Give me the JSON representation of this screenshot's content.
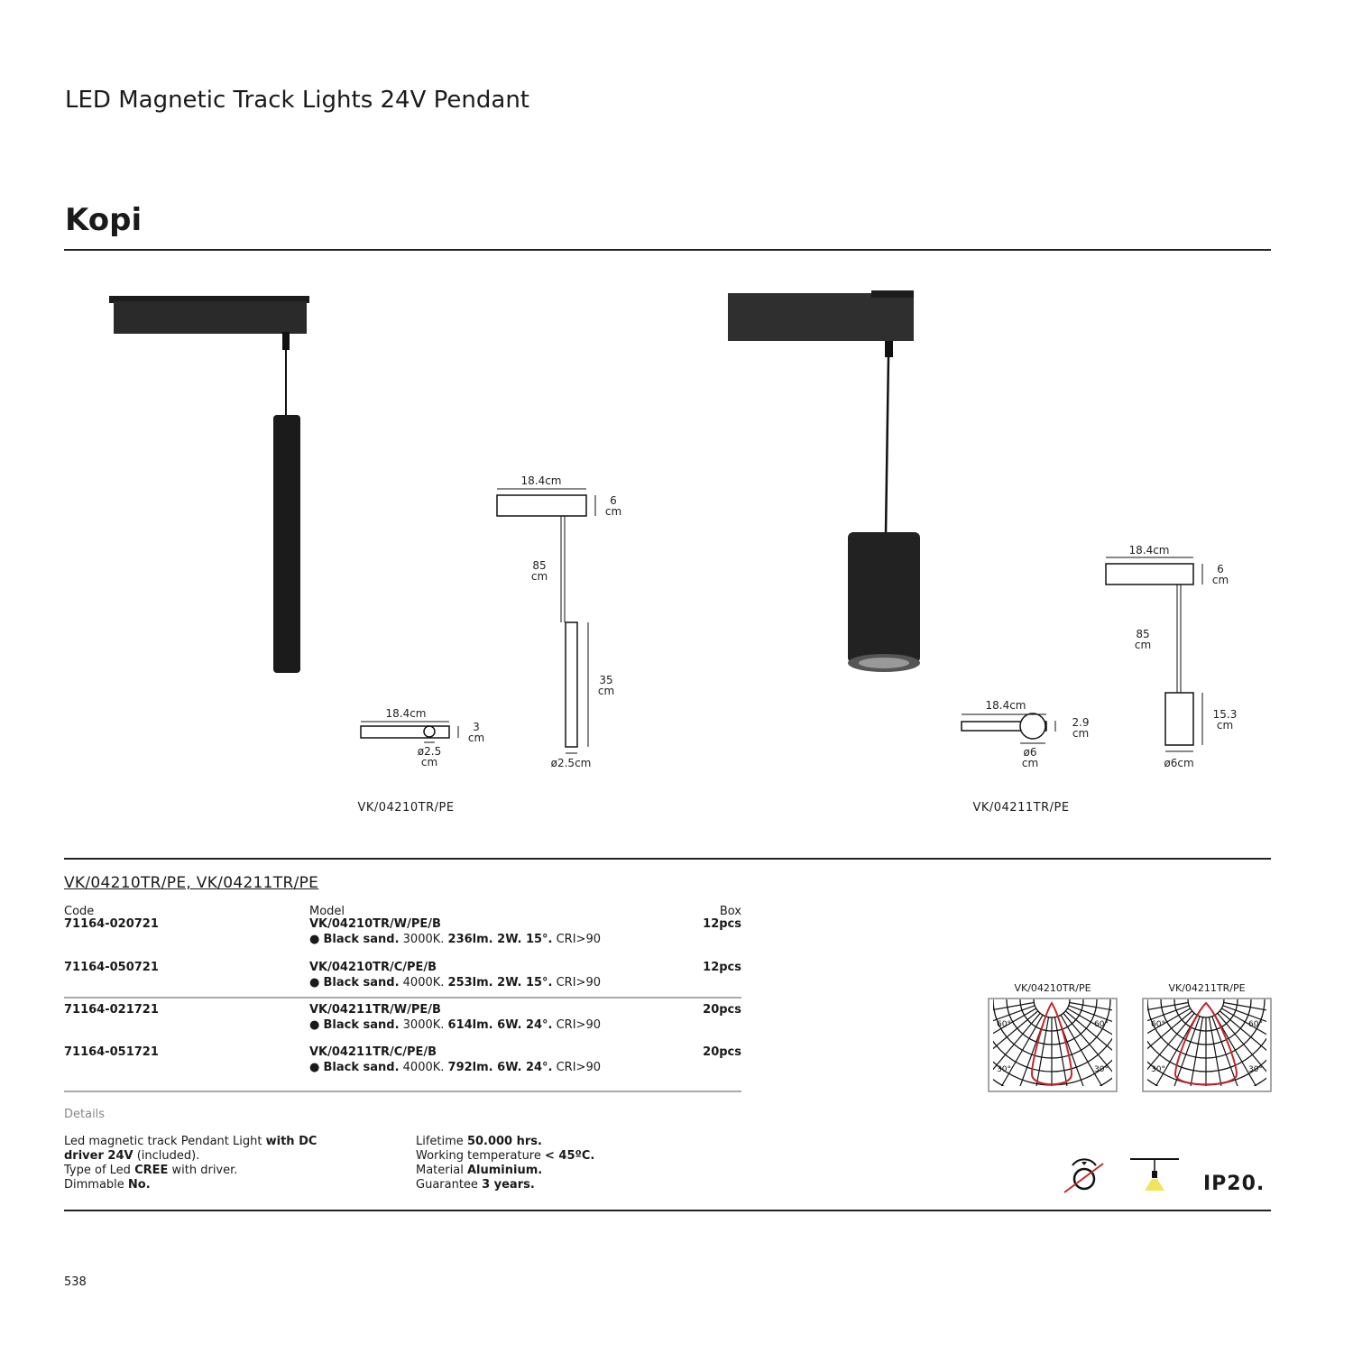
{
  "header": {
    "subtitle": "LED Magnetic Track Lights 24V Pendant",
    "title": "Kopi"
  },
  "products": [
    {
      "caption": "VK/04210TR/PE",
      "dims": {
        "width": "18.4cm",
        "height": "6",
        "height_unit": "cm",
        "cable": "85",
        "cable_unit": "cm",
        "body": "35",
        "body_unit": "cm",
        "diameter": "ø2.5cm",
        "top_width": "18.4cm",
        "top_height": "3",
        "top_height_unit": "cm",
        "top_diameter": "ø2.5",
        "top_diameter_unit": "cm"
      }
    },
    {
      "caption": "VK/04211TR/PE",
      "dims": {
        "width": "18.4cm",
        "height": "6",
        "height_unit": "cm",
        "cable": "85",
        "cable_unit": "cm",
        "body": "15.3",
        "body_unit": "cm",
        "diameter": "ø6cm",
        "top_width": "18.4cm",
        "top_height": "2.9",
        "top_height_unit": "cm",
        "top_diameter": "ø6",
        "top_diameter_unit": "cm"
      }
    }
  ],
  "table": {
    "heading": "VK/04210TR/PE, VK/04211TR/PE",
    "columns": {
      "code": "Code",
      "model": "Model",
      "box": "Box"
    },
    "rows": [
      {
        "code": "71164-020721",
        "model": "VK/04210TR/W/PE/B",
        "finish": "Black sand.",
        "cct": "3000K.",
        "specs": "236lm. 2W. 15°.",
        "cri": "CRI>90",
        "box": "12pcs"
      },
      {
        "code": "71164-050721",
        "model": "VK/04210TR/C/PE/B",
        "finish": "Black sand.",
        "cct": "4000K.",
        "specs": "253lm. 2W. 15°.",
        "cri": "CRI>90",
        "box": "12pcs"
      },
      {
        "code": "71164-021721",
        "model": "VK/04211TR/W/PE/B",
        "finish": "Black sand.",
        "cct": "3000K.",
        "specs": "614lm. 6W. 24°.",
        "cri": "CRI>90",
        "box": "20pcs"
      },
      {
        "code": "71164-051721",
        "model": "VK/04211TR/C/PE/B",
        "finish": "Black sand.",
        "cct": "4000K.",
        "specs": "792lm. 6W. 24°.",
        "cri": "CRI>90",
        "box": "20pcs"
      }
    ]
  },
  "details": {
    "heading": "Details",
    "left": [
      [
        "Led magnetic track Pendant Light ",
        "with DC"
      ],
      [
        "driver 24V",
        " (included)."
      ],
      [
        "Type of Led ",
        "CREE",
        " with driver."
      ],
      [
        "Dimmable ",
        "No."
      ]
    ],
    "right": [
      [
        "Lifetime ",
        "50.000 hrs."
      ],
      [
        "Working temperature ",
        "< 45ºC."
      ],
      [
        "Material ",
        "Aluminium."
      ],
      [
        "Guarantee ",
        "3 years."
      ]
    ]
  },
  "photometry": [
    {
      "label": "VK/04210TR/PE",
      "angles": [
        "60°",
        "60°",
        "30°",
        "30°"
      ]
    },
    {
      "label": "VK/04211TR/PE",
      "angles": [
        "60°",
        "60°",
        "30°",
        "30°"
      ]
    }
  ],
  "rating": "IP20.",
  "icons": [
    "not-dimmable-icon",
    "pendant-icon"
  ],
  "colors": {
    "beam": "#c0282d",
    "light": "#f3e35a"
  },
  "page_number": "538"
}
